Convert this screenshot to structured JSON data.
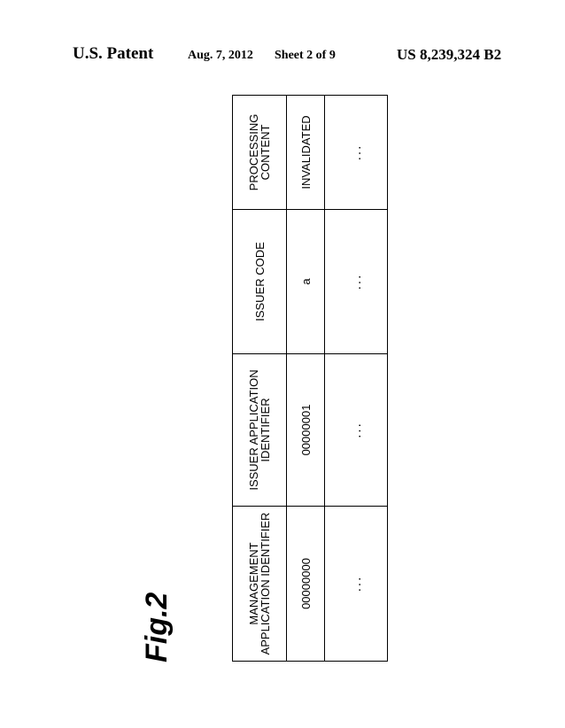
{
  "header": {
    "left": "U.S. Patent",
    "date": "Aug. 7, 2012",
    "sheet": "Sheet 2 of 9",
    "patent_number": "US 8,239,324 B2"
  },
  "figure_label": "Fig.2",
  "table": {
    "headers": [
      "MANAGEMENT APPLICATION IDENTIFIER",
      "ISSUER APPLICATION IDENTIFIER",
      "ISSUER CODE",
      "PROCESSING CONTENT"
    ],
    "rows": [
      [
        "00000000",
        "00000001",
        "a",
        "INVALIDATED"
      ],
      [
        "...",
        "...",
        "...",
        "..."
      ]
    ]
  }
}
